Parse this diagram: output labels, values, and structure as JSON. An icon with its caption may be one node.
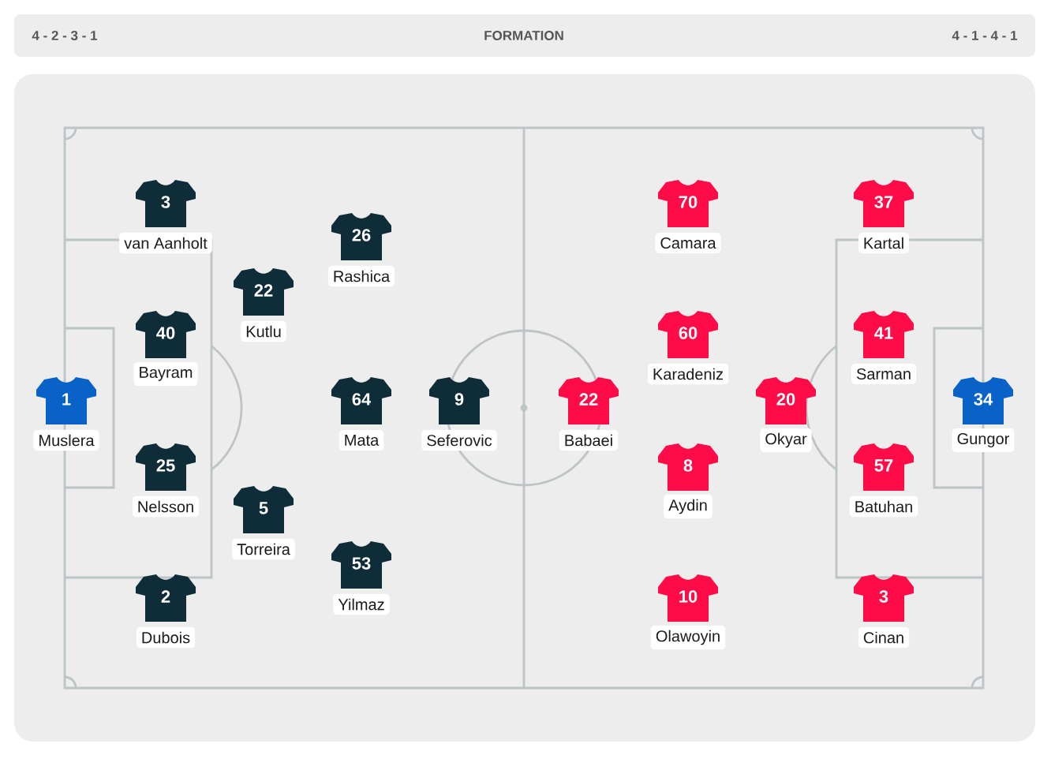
{
  "diagram": {
    "title": "FORMATION",
    "nodes": [
      {
        "text": [
          "1"
        ],
        "beside": [
          "Muslera"
        ]
      },
      {
        "text": [
          "3"
        ],
        "beside": [
          "van Aanholt"
        ]
      },
      {
        "text": [
          "40"
        ],
        "beside": [
          "Bayram"
        ]
      },
      {
        "text": [
          "25"
        ],
        "beside": [
          "Nelsson"
        ]
      },
      {
        "text": [
          "2"
        ],
        "beside": [
          "Dubois"
        ]
      },
      {
        "text": [
          "22"
        ],
        "beside": [
          "Kutlu"
        ]
      },
      {
        "text": [
          "5"
        ],
        "beside": [
          "Torreira"
        ]
      },
      {
        "text": [
          "26"
        ],
        "beside": [
          "Rashica"
        ]
      },
      {
        "text": [
          "64"
        ],
        "beside": [
          "Mata"
        ]
      },
      {
        "text": [
          "53"
        ],
        "beside": [
          "Yilmaz"
        ]
      },
      {
        "text": [
          "9"
        ],
        "beside": [
          "Seferovic"
        ]
      },
      {
        "text": [
          "22"
        ],
        "beside": [
          "Babaei"
        ]
      },
      {
        "text": [
          "70"
        ],
        "beside": [
          "Camara"
        ]
      },
      {
        "text": [
          "60"
        ],
        "beside": [
          "Karadeniz"
        ]
      },
      {
        "text": [
          "8"
        ],
        "beside": [
          "Aydin"
        ]
      },
      {
        "text": [
          "10"
        ],
        "beside": [
          "Olawoyin"
        ]
      },
      {
        "text": [
          "20"
        ],
        "beside": [
          "Okyar"
        ]
      },
      {
        "text": [
          "37"
        ],
        "beside": [
          "Kartal"
        ]
      },
      {
        "text": [
          "41"
        ],
        "beside": [
          "Sarman"
        ]
      },
      {
        "text": [
          "57"
        ],
        "beside": [
          "Batuhan"
        ]
      },
      {
        "text": [
          "3"
        ],
        "beside": [
          "Cinan"
        ]
      },
      {
        "text": [
          "34"
        ],
        "beside": [
          "Gungor"
        ]
      }
    ],
    "labels": [
      "4 - 2 - 3 - 1",
      "4 - 1 - 4 - 1"
    ]
  }
}
